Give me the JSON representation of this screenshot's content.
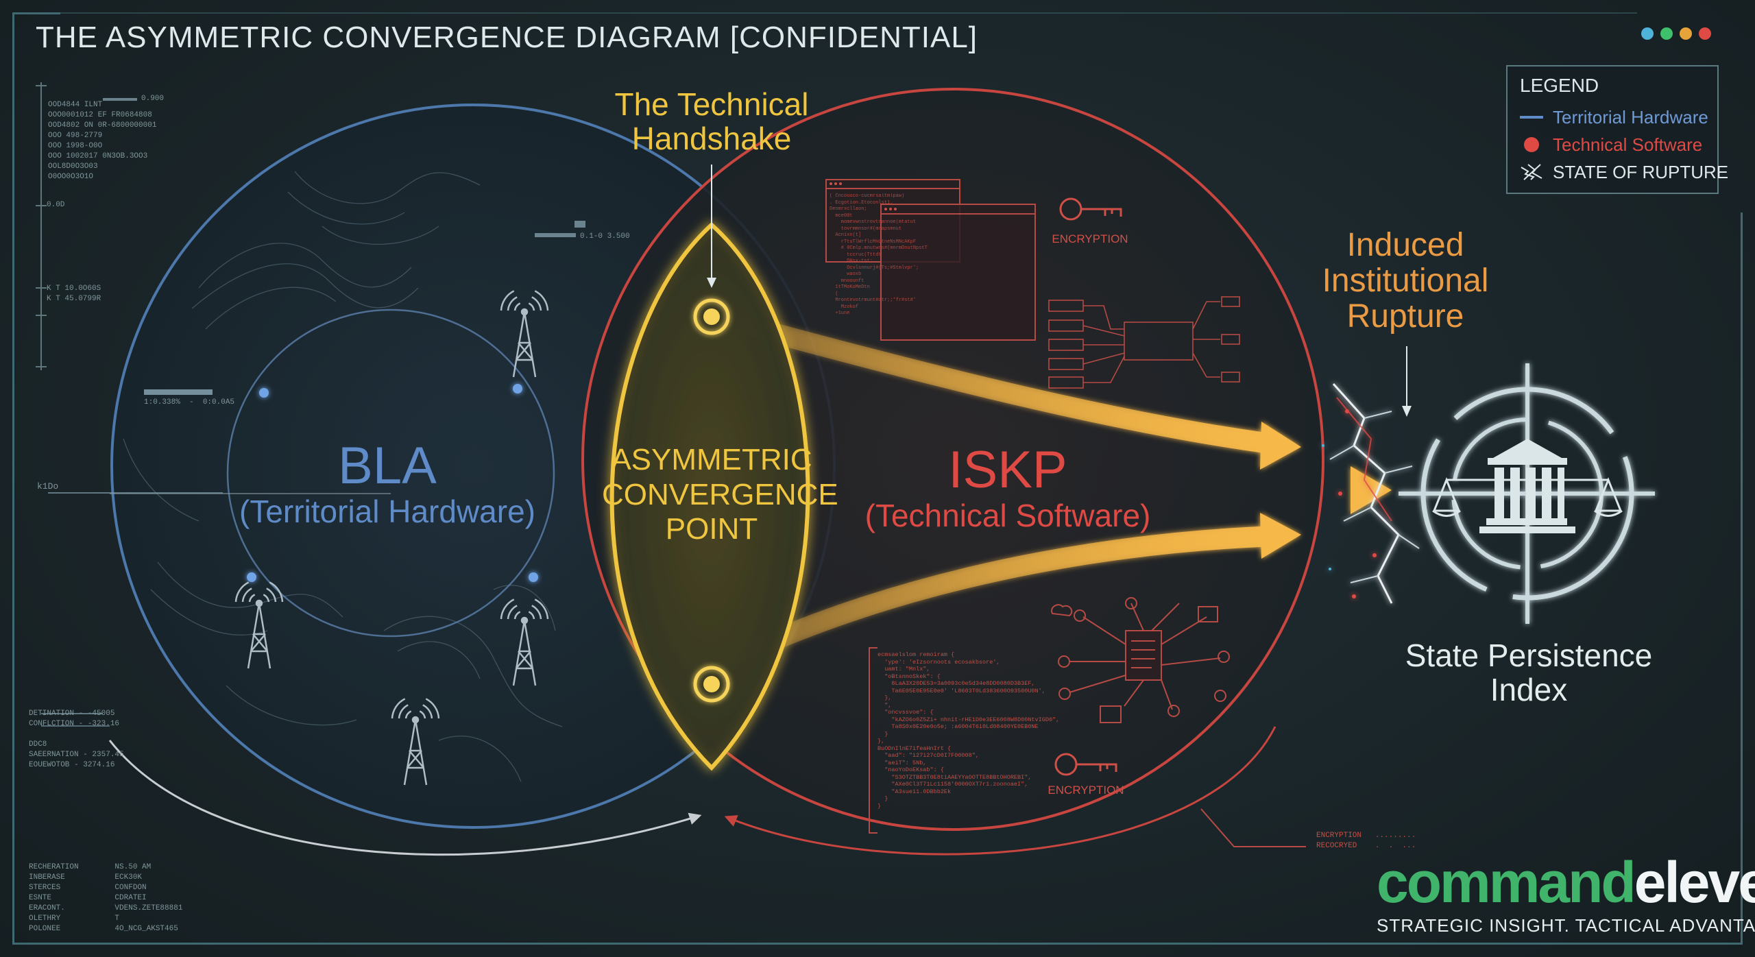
{
  "header": {
    "title": "THE ASYMMETRIC CONVERGENCE DIAGRAM [CONFIDENTIAL]",
    "window_dots": [
      "#4fb3d9",
      "#3fc06a",
      "#e6a33a",
      "#e04a45"
    ]
  },
  "legend": {
    "title": "LEGEND",
    "items": [
      {
        "label": "Territorial Hardware",
        "color": "#5f8cc8",
        "icon": "line-icon"
      },
      {
        "label": "Technical Software",
        "color": "#e04a45",
        "icon": "dot-icon"
      },
      {
        "label": "STATE OF RUPTURE",
        "color": "#dfe8ea",
        "icon": "crack-icon"
      }
    ]
  },
  "diagram": {
    "left_circle": {
      "title": "BLA",
      "subtitle": "(Territorial Hardware)",
      "color": "#5f8cc8"
    },
    "right_circle": {
      "title": "ISKP",
      "subtitle": "(Technical Software)",
      "color": "#e04a45"
    },
    "intersection": {
      "lines": [
        "ASYMMETRIC",
        "CONVERGENCE",
        "POINT"
      ],
      "color": "#f0c640"
    },
    "handshake": {
      "lines": [
        "The Technical",
        "Handshake"
      ],
      "color": "#f0c640"
    },
    "rupture": {
      "lines": [
        "Induced",
        "Institutional",
        "Rupture"
      ],
      "color": "#ec9b45"
    },
    "target": {
      "lines": [
        "State Persistence",
        "Index"
      ],
      "color": "#e4ecee"
    },
    "encryption_labels": [
      "ENCRYPTION",
      "ENCRYPTION"
    ]
  },
  "hud_text": {
    "top_left": "OOD4844 ILNT\nOOO0001012 EF FR0684808\nOOD4802 ON 0R-6800000001\nOOO 498-2779\nOOO 1998-O0O\nOOO 1002017 0N3OB.3OO3\nOOL8D0O3O03\nO0OO0O3O1O",
    "left_mid": "K T 10.0O60S\nK T 45.0799R",
    "left_bottom": "DETINATION - -45005\nCONFLCTION - -323.16\n\nDDC8\nSAEERNATION - 2357.45\nEOUEWOTOB - 3274.16",
    "bottom_left": "RECHERATION        NS.50 AM\nINBERASE           ECK30K\nSTERCES            CONFDON\nESNTE              CDRATEI\nERACONT.           VDENS.ZETE88881\nOLETHRY            T\nPOLONEE            4O_NCG_AKST465",
    "bottom_right": "ENCRYPTION   .........\nRECOCRYED    .  .  ...",
    "scale_top": "0.900",
    "scale_mid": "0.1-0 3.500",
    "scale_left": "1:0.338%  -  0:0.0A5",
    "axis_label": "k1Do",
    "side_tick": "0.0D"
  },
  "code": {
    "block1": "( Cncouuco-cucmrsaltmlpaw)\n. Ecgotion.Etoconlst1.\nDenmrxcllaon;\n  mce00t\n    momevwnstrovtrannoe(mtatut\n    tovrmmnsor#(mrapsmnut\n  Acnixn(t]\n    rTtuTlWrflcMnUtneNsMNcAKpF\n    # 0Cmlp.mnutwns#(mnrmOnutNpstT\n      tccruc(Tttdt\n      DHsx-tst;\n      Ocvlsnnurj#(Ts;#Stmlvpr';\n      waoxb\n    mnoounft\n  1tTMoKoMeDtn\n  (\n  Mrontevotrmunt#otr;;*fr#st#'\n    Mzokof\n  +1une",
    "block2": "ecmsaelslom remoiram {\n  'ype': 'eIzsornoots ecosakbsore',\n  uamt: \"Mnlx\",\n  \"oBtsnnoSkek\": {\n    8LaA3X20DE53=3a0093c0e5d34e8DD0080D3B3EF,\n    Ta6E05E0E95E0e0' 'L8603T0Ld383600O93500U0N',\n  },\n  \",\n  \"oncvssvoe\": {\n    \"kAZO6o0Z5Zi+ nhnit-rHE1D0e3EE6008W8D00NtvIGD0\",\n    Ta8S0x0E20e0o5e; :a6004T6i0Ld08400YE0EB0NE\n  }\n},\nBuODnIlnE7ifeaHnIrt {\n  \"aad\": \"i27i27cD0I7F00008\",\n  \"aeiT\": 5Nb,\n  \"naoYoDoEKsab\": {\n    \"S3OTZTBB3T0E8tiAAEYYaOOTTE8BBtOHOREBI\",\n    \"AXe0Cl3T71Lc1158'0000OXT7r1.zoonoaeI\",\n    \"A3sue11.0DBbb2Ek\n  }\n}"
  }
}
